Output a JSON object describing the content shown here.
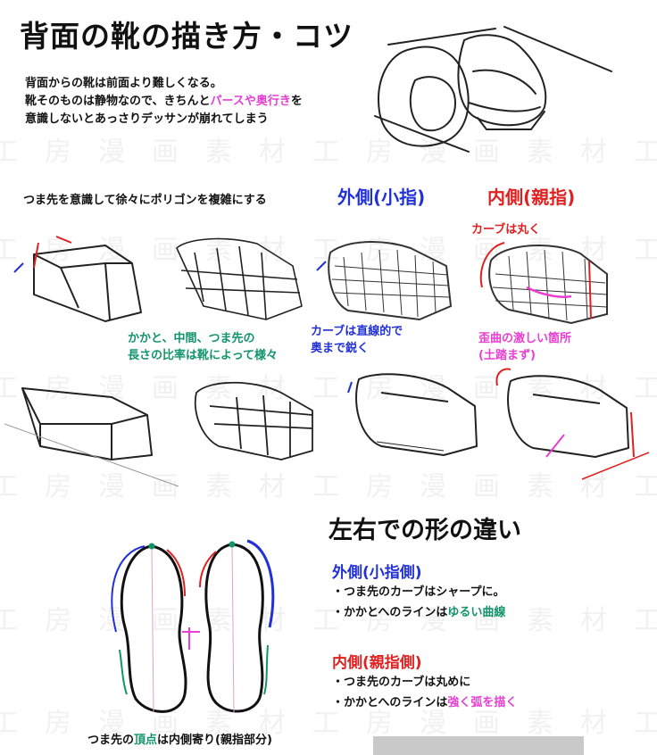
{
  "title": "背面の靴の描き方・コツ",
  "intro": {
    "line1": "背面からの靴は前面より難しくなる。",
    "line2_a": "靴そのものは静物なので、きちんと",
    "line2_pink": "パースや奥行き",
    "line2_b": "を",
    "line3": "意識しないとあっさりデッサンが崩れてしまう"
  },
  "steps": {
    "polygon_note": "つま先を意識して徐々にポリゴンを複雑にする",
    "outer_heading": "外側(小指)",
    "inner_heading": "内側(親指)",
    "curve_round": "カーブは丸く",
    "ratio_note_1": "かかと、中間、つま先の",
    "ratio_note_2": "長さの比率は靴によって様々",
    "straight_note_1": "カーブは直線的で",
    "straight_note_2": "奥まで鋭く",
    "distort_note_1": "歪曲の激しい箇所",
    "distort_note_2": "(土踏まず)"
  },
  "shape_diff": {
    "title": "左右での形の違い",
    "outer_heading": "外側(小指側)",
    "outer_item1": "・つま先のカーブはシャープに。",
    "outer_item2_a": "・かかとへのラインは",
    "outer_item2_green": "ゆるい曲線",
    "inner_heading": "内側(親指側)",
    "inner_item1": "・つま先のカーブは丸めに",
    "inner_item2_a": "・かかとへのラインは",
    "inner_item2_pink": "強く弧を描く",
    "apex_a": "つま先の",
    "apex_green": "頂点",
    "apex_b": "は内側寄り(親指部分)"
  },
  "watermark": "工房漫画素材工房漫画素材工房",
  "colors": {
    "blue": "#2231d6",
    "red": "#e02020",
    "pink": "#e83fd2",
    "green": "#12946a"
  }
}
